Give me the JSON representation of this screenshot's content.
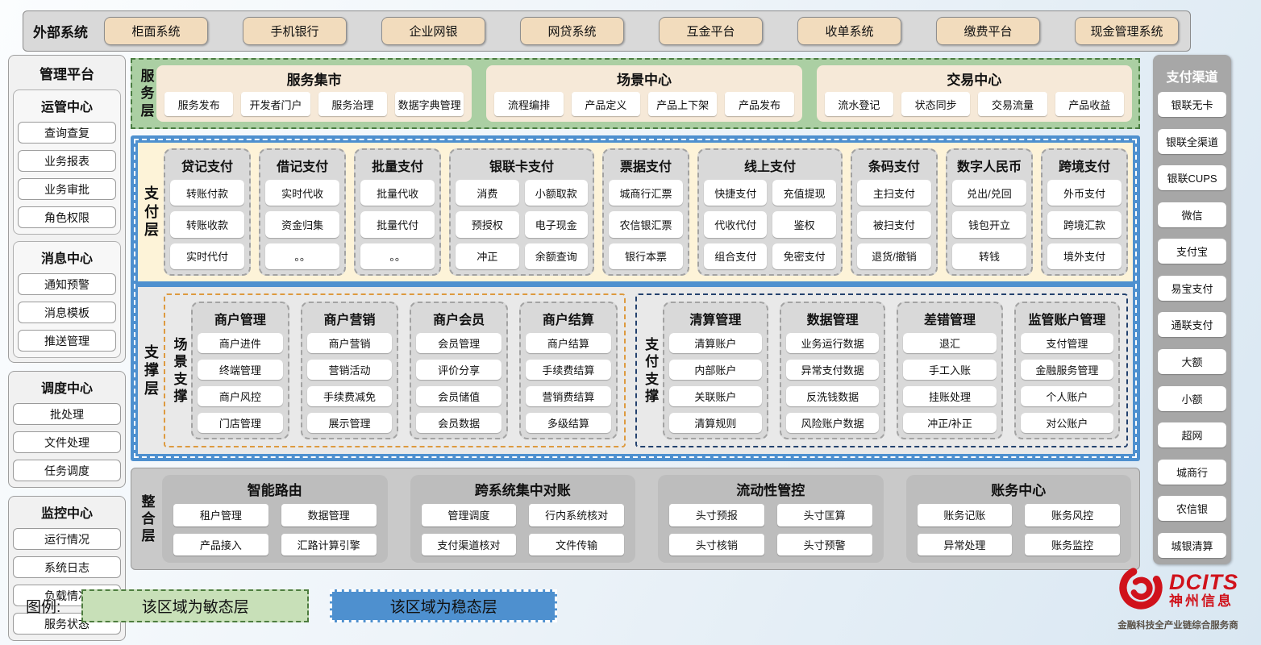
{
  "external_systems": {
    "label": "外部系统",
    "items": [
      "柜面系统",
      "手机银行",
      "企业网银",
      "网贷系统",
      "互金平台",
      "收单系统",
      "缴费平台",
      "现金管理系统"
    ]
  },
  "management_platform": {
    "title": "管理平台",
    "boxed_groups": [
      {
        "title": "运管中心",
        "items": [
          "查询查复",
          "业务报表",
          "业务审批",
          "角色权限"
        ]
      },
      {
        "title": "消息中心",
        "items": [
          "通知预警",
          "消息模板",
          "推送管理"
        ]
      }
    ],
    "free_groups": [
      {
        "title": "调度中心",
        "items": [
          "批处理",
          "文件处理",
          "任务调度"
        ]
      },
      {
        "title": "监控中心",
        "items": [
          "运行情况",
          "系统日志",
          "负载情况",
          "服务状态"
        ]
      }
    ]
  },
  "service_layer": {
    "label": "服务层",
    "panels": [
      {
        "title": "服务集市",
        "items": [
          "服务发布",
          "开发者门户",
          "服务治理",
          "数据字典管理"
        ]
      },
      {
        "title": "场景中心",
        "items": [
          "流程编排",
          "产品定义",
          "产品上下架",
          "产品发布"
        ]
      },
      {
        "title": "交易中心",
        "items": [
          "流水登记",
          "状态同步",
          "交易流量",
          "产品收益"
        ]
      }
    ]
  },
  "payment_layer": {
    "label": "支付层",
    "groups": [
      {
        "title": "贷记支付",
        "items": [
          "转账付款",
          "转账收款",
          "实时代付"
        ]
      },
      {
        "title": "借记支付",
        "items": [
          "实时代收",
          "资金归集",
          "。。"
        ]
      },
      {
        "title": "批量支付",
        "items": [
          "批量代收",
          "批量代付",
          "。。"
        ]
      },
      {
        "title": "银联卡支付",
        "cols": 2,
        "items": [
          "消费",
          "小额取款",
          "预授权",
          "电子现金",
          "冲正",
          "余额查询"
        ]
      },
      {
        "title": "票据支付",
        "items": [
          "城商行汇票",
          "农信银汇票",
          "银行本票"
        ]
      },
      {
        "title": "线上支付",
        "cols": 2,
        "items": [
          "快捷支付",
          "充值提现",
          "代收代付",
          "鉴权",
          "组合支付",
          "免密支付"
        ]
      },
      {
        "title": "条码支付",
        "items": [
          "主扫支付",
          "被扫支付",
          "退货/撤销"
        ]
      },
      {
        "title": "数字人民币",
        "items": [
          "兑出/兑回",
          "钱包开立",
          "转钱"
        ]
      },
      {
        "title": "跨境支付",
        "items": [
          "外币支付",
          "跨境汇款",
          "境外支付"
        ]
      }
    ]
  },
  "support_layer": {
    "label": "支撑层",
    "sections": [
      {
        "label": "场景支撑",
        "accent": "orange",
        "groups": [
          {
            "title": "商户管理",
            "items": [
              "商户进件",
              "终端管理",
              "商户风控",
              "门店管理"
            ]
          },
          {
            "title": "商户营销",
            "items": [
              "商户营销",
              "营销活动",
              "手续费减免",
              "展示管理"
            ]
          },
          {
            "title": "商户会员",
            "items": [
              "会员管理",
              "评价分享",
              "会员储值",
              "会员数据"
            ]
          },
          {
            "title": "商户结算",
            "items": [
              "商户结算",
              "手续费结算",
              "营销费结算",
              "多级结算"
            ]
          }
        ]
      },
      {
        "label": "支付支撑",
        "accent": "navy",
        "groups": [
          {
            "title": "清算管理",
            "items": [
              "清算账户",
              "内部账户",
              "关联账户",
              "清算规则"
            ]
          },
          {
            "title": "数据管理",
            "items": [
              "业务运行数据",
              "异常支付数据",
              "反洗钱数据",
              "风险账户数据"
            ]
          },
          {
            "title": "差错管理",
            "items": [
              "退汇",
              "手工入账",
              "挂账处理",
              "冲正/补正"
            ]
          },
          {
            "title": "监管账户管理",
            "items": [
              "支付管理",
              "金融服务管理",
              "个人账户",
              "对公账户"
            ]
          }
        ]
      }
    ]
  },
  "integration_layer": {
    "label": "整合层",
    "panels": [
      {
        "title": "智能路由",
        "items": [
          "租户管理",
          "数据管理",
          "产品接入",
          "汇路计算引擎"
        ]
      },
      {
        "title": "跨系统集中对账",
        "items": [
          "管理调度",
          "行内系统核对",
          "支付渠道核对",
          "文件传输"
        ]
      },
      {
        "title": "流动性管控",
        "items": [
          "头寸预报",
          "头寸匡算",
          "头寸核销",
          "头寸预警"
        ]
      },
      {
        "title": "账务中心",
        "items": [
          "账务记账",
          "账务风控",
          "异常处理",
          "账务监控"
        ]
      }
    ]
  },
  "payment_channels": {
    "title": "支付渠道",
    "items": [
      "银联无卡",
      "银联全渠道",
      "银联CUPS",
      "微信",
      "支付宝",
      "易宝支付",
      "通联支付",
      "大额",
      "小额",
      "超网",
      "城商行",
      "农信银",
      "城银清算"
    ]
  },
  "legend": {
    "label": "图例:",
    "agile_label": "该区域为敏态层",
    "stable_label": "该区域为稳态层"
  },
  "logo": {
    "brand": "DCITS",
    "brand_cn": "神州信息",
    "tagline": "金融科技全产业链综合服务商"
  },
  "colors": {
    "agile_green": "#abcfa3",
    "stable_blue": "#4e90cf",
    "cream_panel": "#f6e9d8",
    "cream_button": "#f2dcbd",
    "brand_red": "#d0121b"
  }
}
